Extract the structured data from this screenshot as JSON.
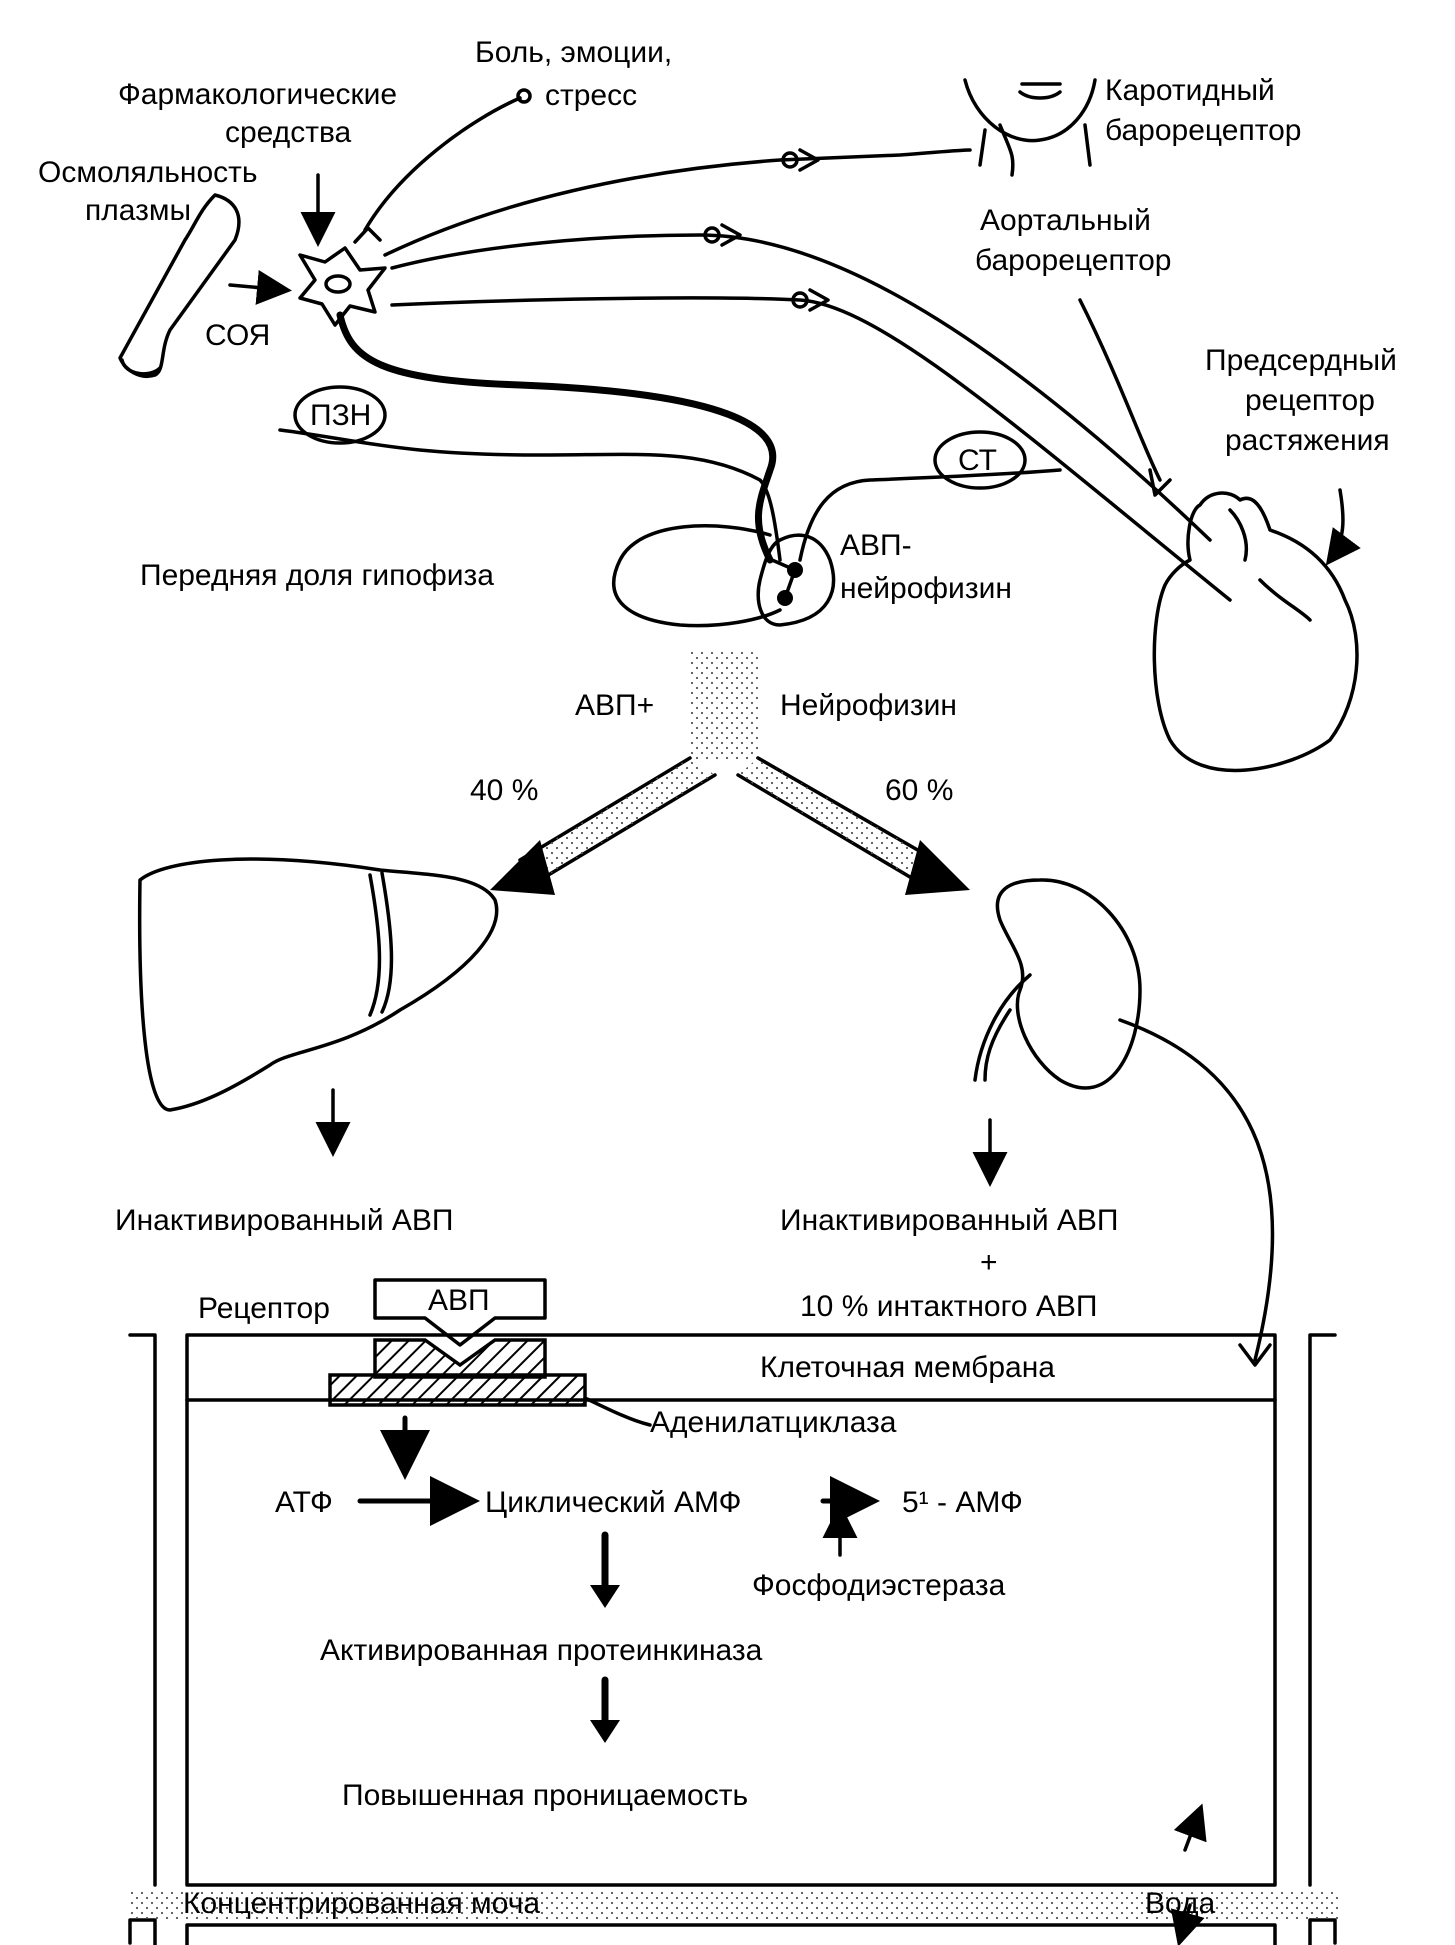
{
  "labels": {
    "pain": "Боль, эмоции,",
    "stress": "стресс",
    "pharm1": "Фармакологические",
    "pharm2": "средства",
    "osmo1": "Осмоляльность",
    "osmo2": "плазмы",
    "soya": "СОЯ",
    "carotid1": "Каротидный",
    "carotid2": "барорецептор",
    "aortic1": "Аортальный",
    "aortic2": "барорецептор",
    "atrial1": "Предсердный",
    "atrial2": "рецептор",
    "atrial3": "растяжения",
    "pzn": "ПЗН",
    "st": "СТ",
    "ant_pituitary": "Передняя доля гипофиза",
    "avp_neuro1": "АВП-",
    "avp_neuro2": "нейрофизин",
    "avp_plus": "АВП+",
    "neurophysin": "Нейрофизин",
    "pct40": "40 %",
    "pct60": "60 %",
    "inactivated_left": "Инактивированный АВП",
    "inactivated_right": "Инактивированный АВП",
    "plus": "+",
    "intact": "10 % интактного АВП",
    "receptor": "Рецептор",
    "avp_box": "АВП",
    "membrane": "Клеточная мембрана",
    "adenylate": "Аденилатциклаза",
    "atp": "АТФ",
    "camp": "Циклический АМФ",
    "amp5": "5¹ - АМФ",
    "phosphodiesterase": "Фосфодиэстераза",
    "protein_kinase": "Активированная протеинкиназа",
    "permeability": "Повышенная проницаемость",
    "urine": "Концентрированная моча",
    "water": "Вода"
  }
}
